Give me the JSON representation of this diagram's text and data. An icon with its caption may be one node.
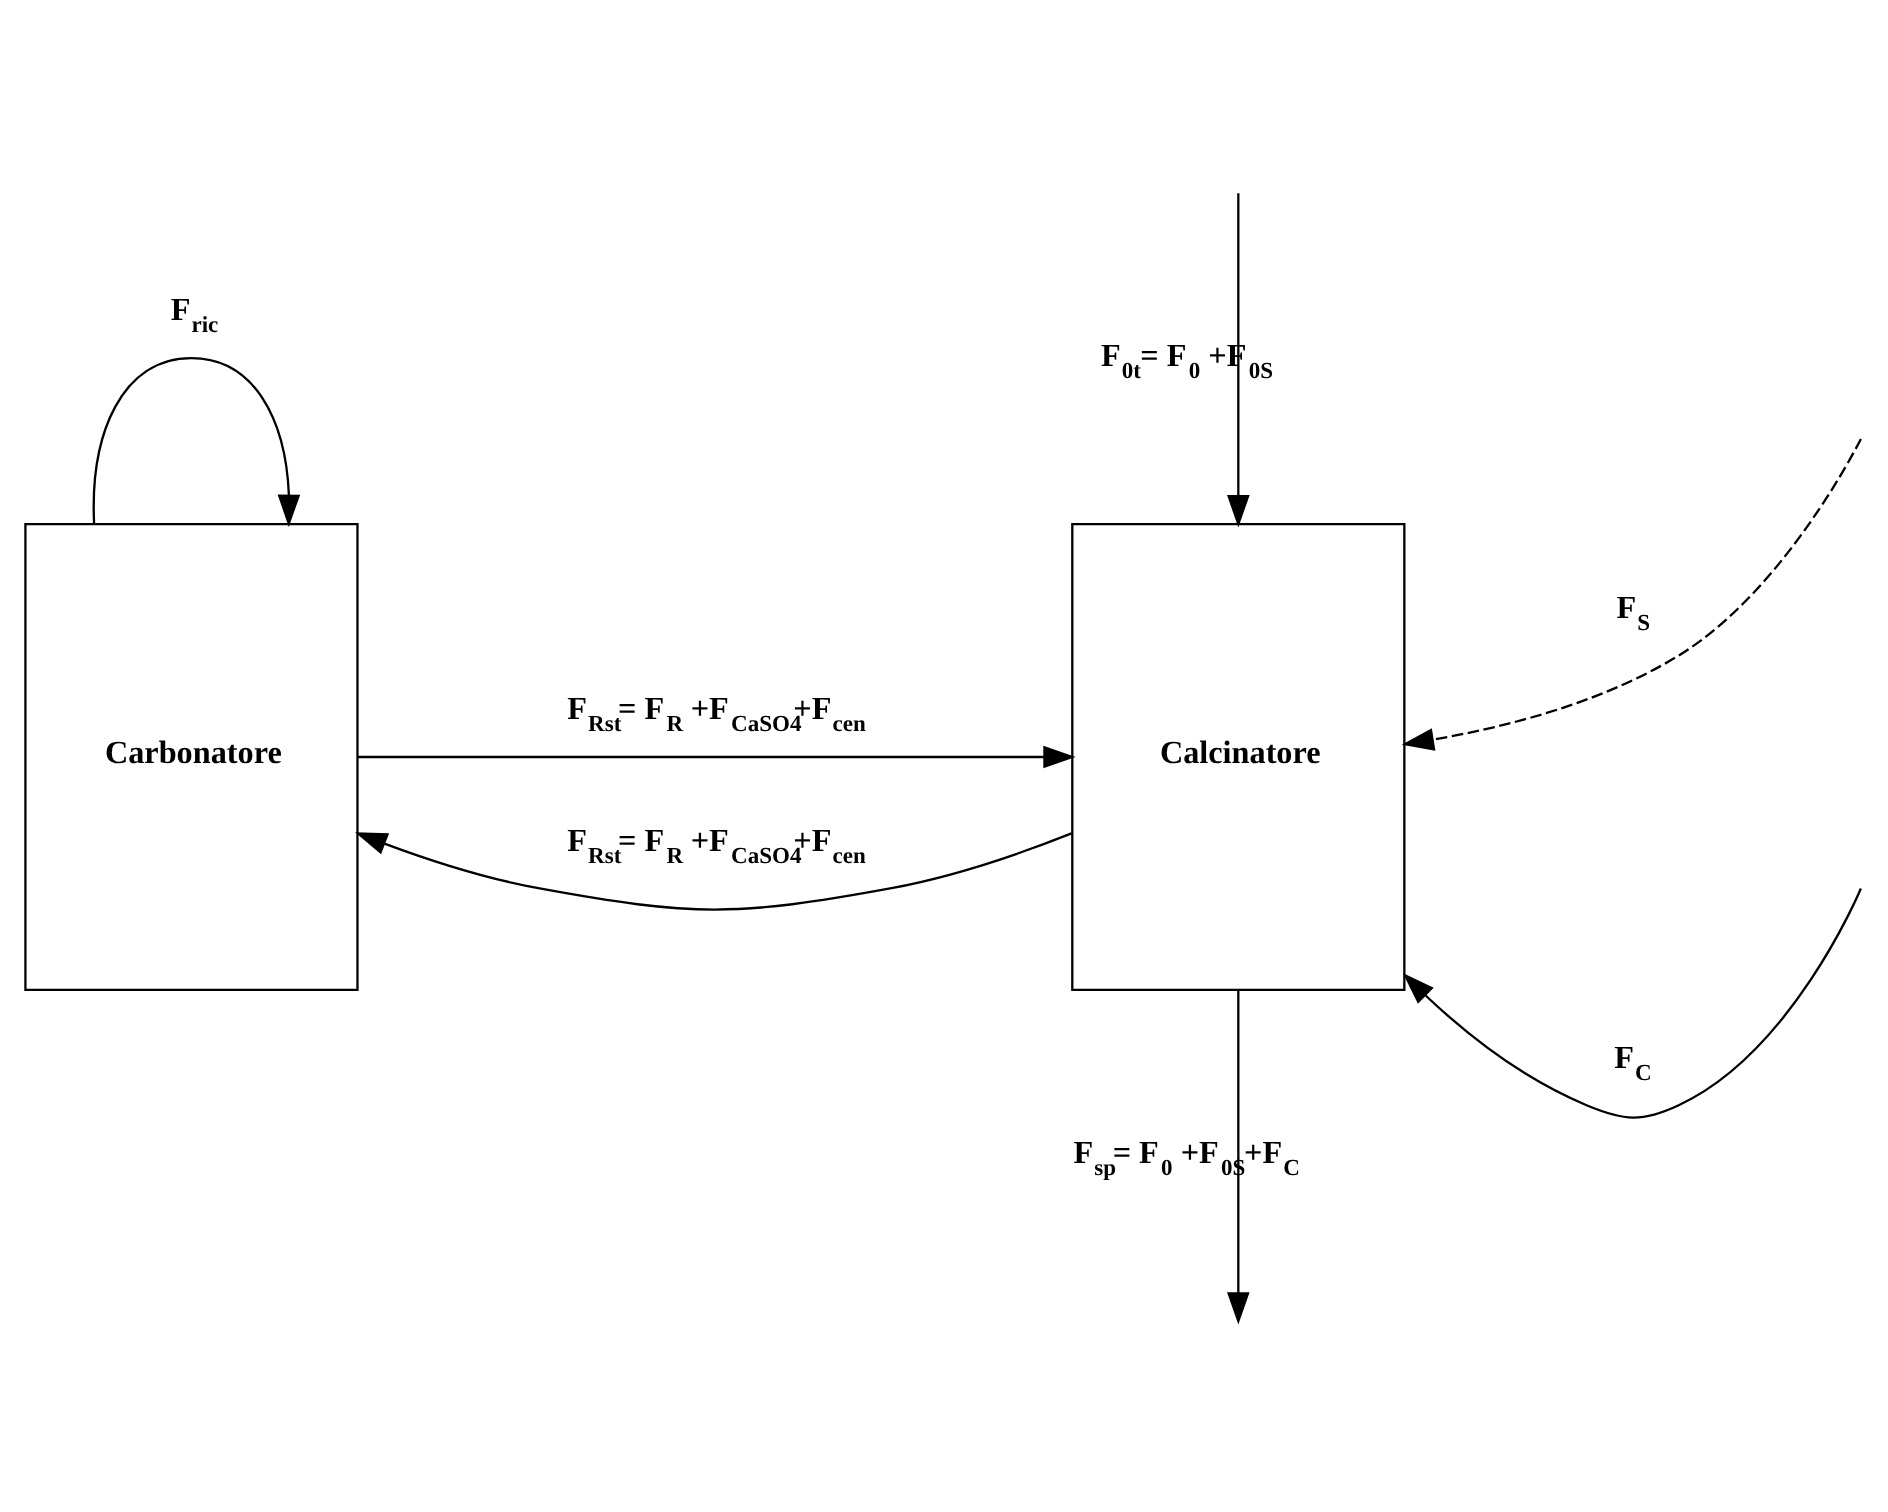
{
  "diagram": {
    "nodes": [
      {
        "text": [
          "Carbonatore"
        ]
      },
      {
        "text": [
          "Calcinatore"
        ]
      }
    ],
    "edges": [
      {
        "from": 0,
        "to": 0,
        "arrow": "to",
        "label": "F$_{ric}$"
      },
      {
        "from": 0,
        "to": 1,
        "arrow": "to",
        "label": "F$_{Rst}$= F$_{R}$ +F$_{CaSO4}$+F$_{cen}$"
      },
      {
        "from": 1,
        "to": 0,
        "arrow": "to",
        "label": "F$_{Rst}$= F$_{R}$ +F$_{CaSO4}$+F$_{cen}$"
      },
      {
        "from": null,
        "to": 1,
        "arrow": "to",
        "label": "F$_{C}$"
      },
      {
        "from": null,
        "to": 1,
        "arrow": "to",
        "label": "F$_{S}$",
        "style": "dashed"
      },
      {
        "from": 1,
        "to": null,
        "arrow": "to",
        "label": "F$_{sp}$= F$_{0}$ +F$_{0S}$+F$_{C}$"
      },
      {
        "from": null,
        "to": 1,
        "arrow": "to",
        "label": "F$_{0t}$= F$_{0}$ +F$_{0S}$"
      }
    ]
  }
}
